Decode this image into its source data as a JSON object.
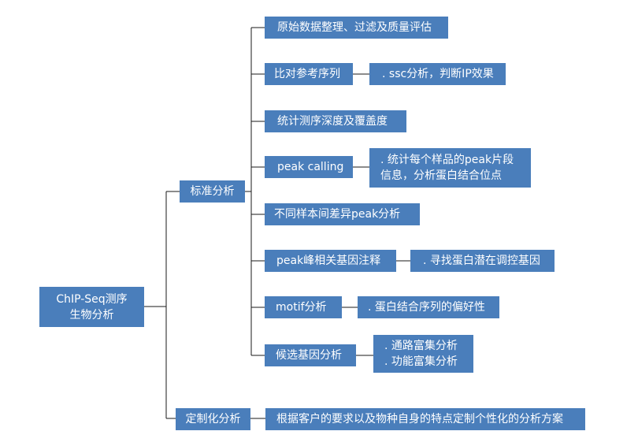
{
  "root": {
    "line1": "ChIP-Seq测序",
    "line2": "生物分析"
  },
  "branches": {
    "standard": "标准分析",
    "custom": "定制化分析"
  },
  "standard_items": [
    "原始数据整理、过滤及质量评估",
    "比对参考序列",
    "统计测序深度及覆盖度",
    "peak calling",
    "不同样本间差异peak分析",
    "peak峰相关基因注释",
    "motif分析",
    "候选基因分析"
  ],
  "details": {
    "align": ". ssc分析，判断IP效果",
    "peak_calling_1": ". 统计每个样品的peak片段",
    "peak_calling_2": "信息，分析蛋白结合位点",
    "annotation": ". 寻找蛋白潜在调控基因",
    "motif": ". 蛋白结合序列的偏好性",
    "candidate_1": ". 通路富集分析",
    "candidate_2": ". 功能富集分析"
  },
  "custom_detail": "根据客户的要求以及物种自身的特点定制个性化的分析方案"
}
